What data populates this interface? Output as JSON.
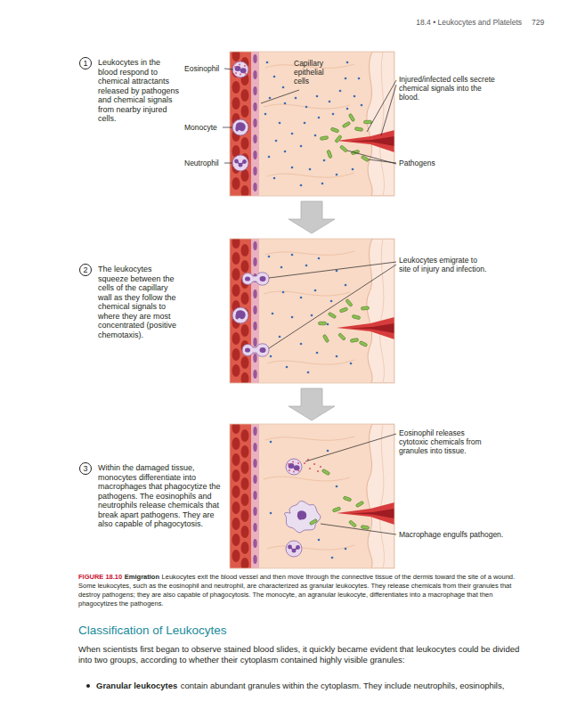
{
  "diagram": {
    "caption": "Leukocytes exit the blood vessel and then move through the connective tissue of the dermis toward the site of a wound. Some leukocytes, such as the eosinophil and neutrophil, are characterized as granular leukocytes. They release chemicals from their granules that destroy pathogens; they are also capable of phagocytosis. The monocyte, an agranular leukocyte, differentiates into a macrophage that then phagocytizes the pathogens.",
    "nodes": [
      {
        "text": [
          "1"
        ]
      },
      {
        "text": [
          "2"
        ]
      },
      {
        "text": [
          "3"
        ]
      }
    ],
    "labels": [
      "18.4 • Leukocytes and Platelets",
      "729",
      "Leukocytes in the blood respond to chemical attractants released by pathogens and chemical signals from nearby injured cells.",
      "Eosinophil",
      "Capillary epithelial cells",
      "Injured/infected cells secrete chemical signals into the blood.",
      "Monocyte",
      "Neutrophil",
      "Pathogens",
      "The leukocytes squeeze between the cells of the capillary wall as they follow the chemical signals to where they are most concentrated (positive chemotaxis).",
      "Leukocytes emigrate to site of injury and infection.",
      "Within the damaged tissue, monocytes differentiate into macrophages that phagocytize the pathogens. The eosinophils and neutrophils release chemicals that break apart pathogens. They are also capable of phagocytosis.",
      "Eosinophil releases cytotoxic chemicals from granules into tissue.",
      "Macrophage engulfs pathogen.",
      "FIGURE 18.10",
      "Emigration",
      "Classification of Leukocytes",
      "When scientists first began to observe stained blood slides, it quickly became evident that leukocytes could be divided into two groups, according to whether their cytoplasm contained highly visible granules:",
      "Granular leukocytes",
      "contain abundant granules within the cytoplasm. They include neutrophils, eosinophils,"
    ]
  }
}
